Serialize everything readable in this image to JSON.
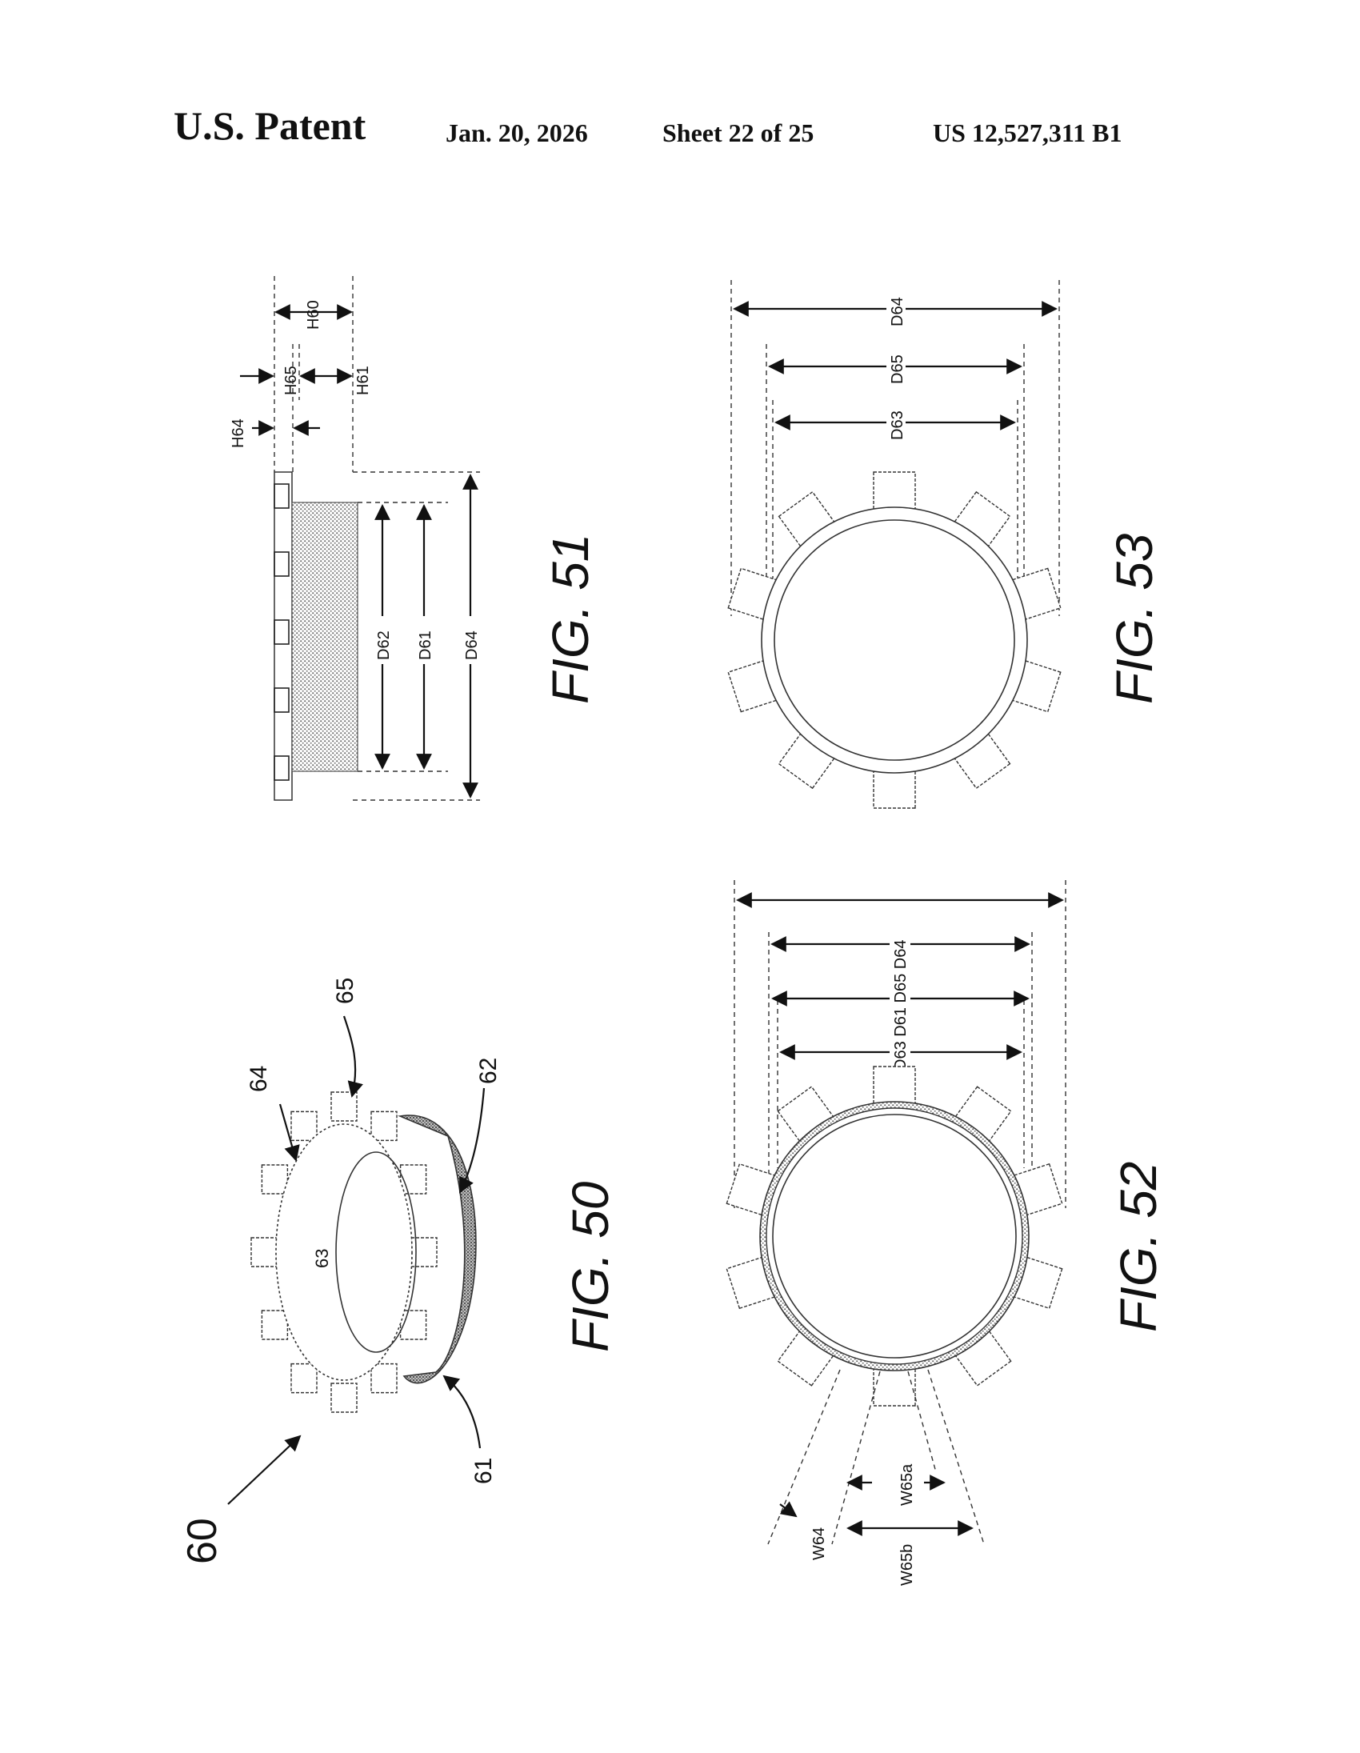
{
  "header": {
    "title": "U.S. Patent",
    "date": "Jan. 20, 2026",
    "sheet": "Sheet 22 of 25",
    "patent_number": "US 12,527,311 B1"
  },
  "fig50": {
    "caption": "FIG. 50",
    "ref_assembly": "60",
    "ref_band": "61",
    "ref_layer": "62",
    "ref_bore": "63",
    "ref_tab": "64",
    "ref_tab_gap": "65"
  },
  "fig51": {
    "caption": "FIG. 51",
    "dims": [
      "H60",
      "H65",
      "H61",
      "H64",
      "D62",
      "D61",
      "D64"
    ]
  },
  "fig52": {
    "caption": "FIG. 52",
    "dims": [
      "D63",
      "D61",
      "D65",
      "D64",
      "W64",
      "W65b",
      "W65a"
    ]
  },
  "fig53": {
    "caption": "FIG. 53",
    "dims": [
      "D64",
      "D65",
      "D63"
    ]
  }
}
